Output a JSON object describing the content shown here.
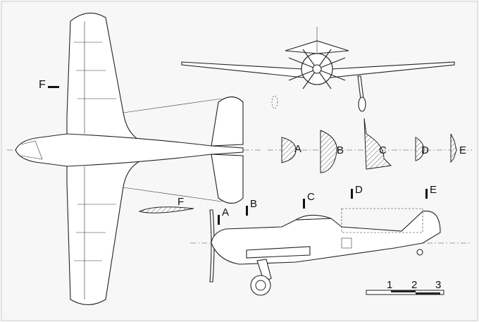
{
  "labels": {
    "plan_view_section": "F",
    "sections": [
      "A",
      "B",
      "C",
      "D",
      "E"
    ],
    "airfoil_section": "F",
    "side_stations": [
      "A",
      "B",
      "C",
      "D",
      "E"
    ]
  },
  "scale_bar": [
    "1",
    "2",
    "3"
  ]
}
